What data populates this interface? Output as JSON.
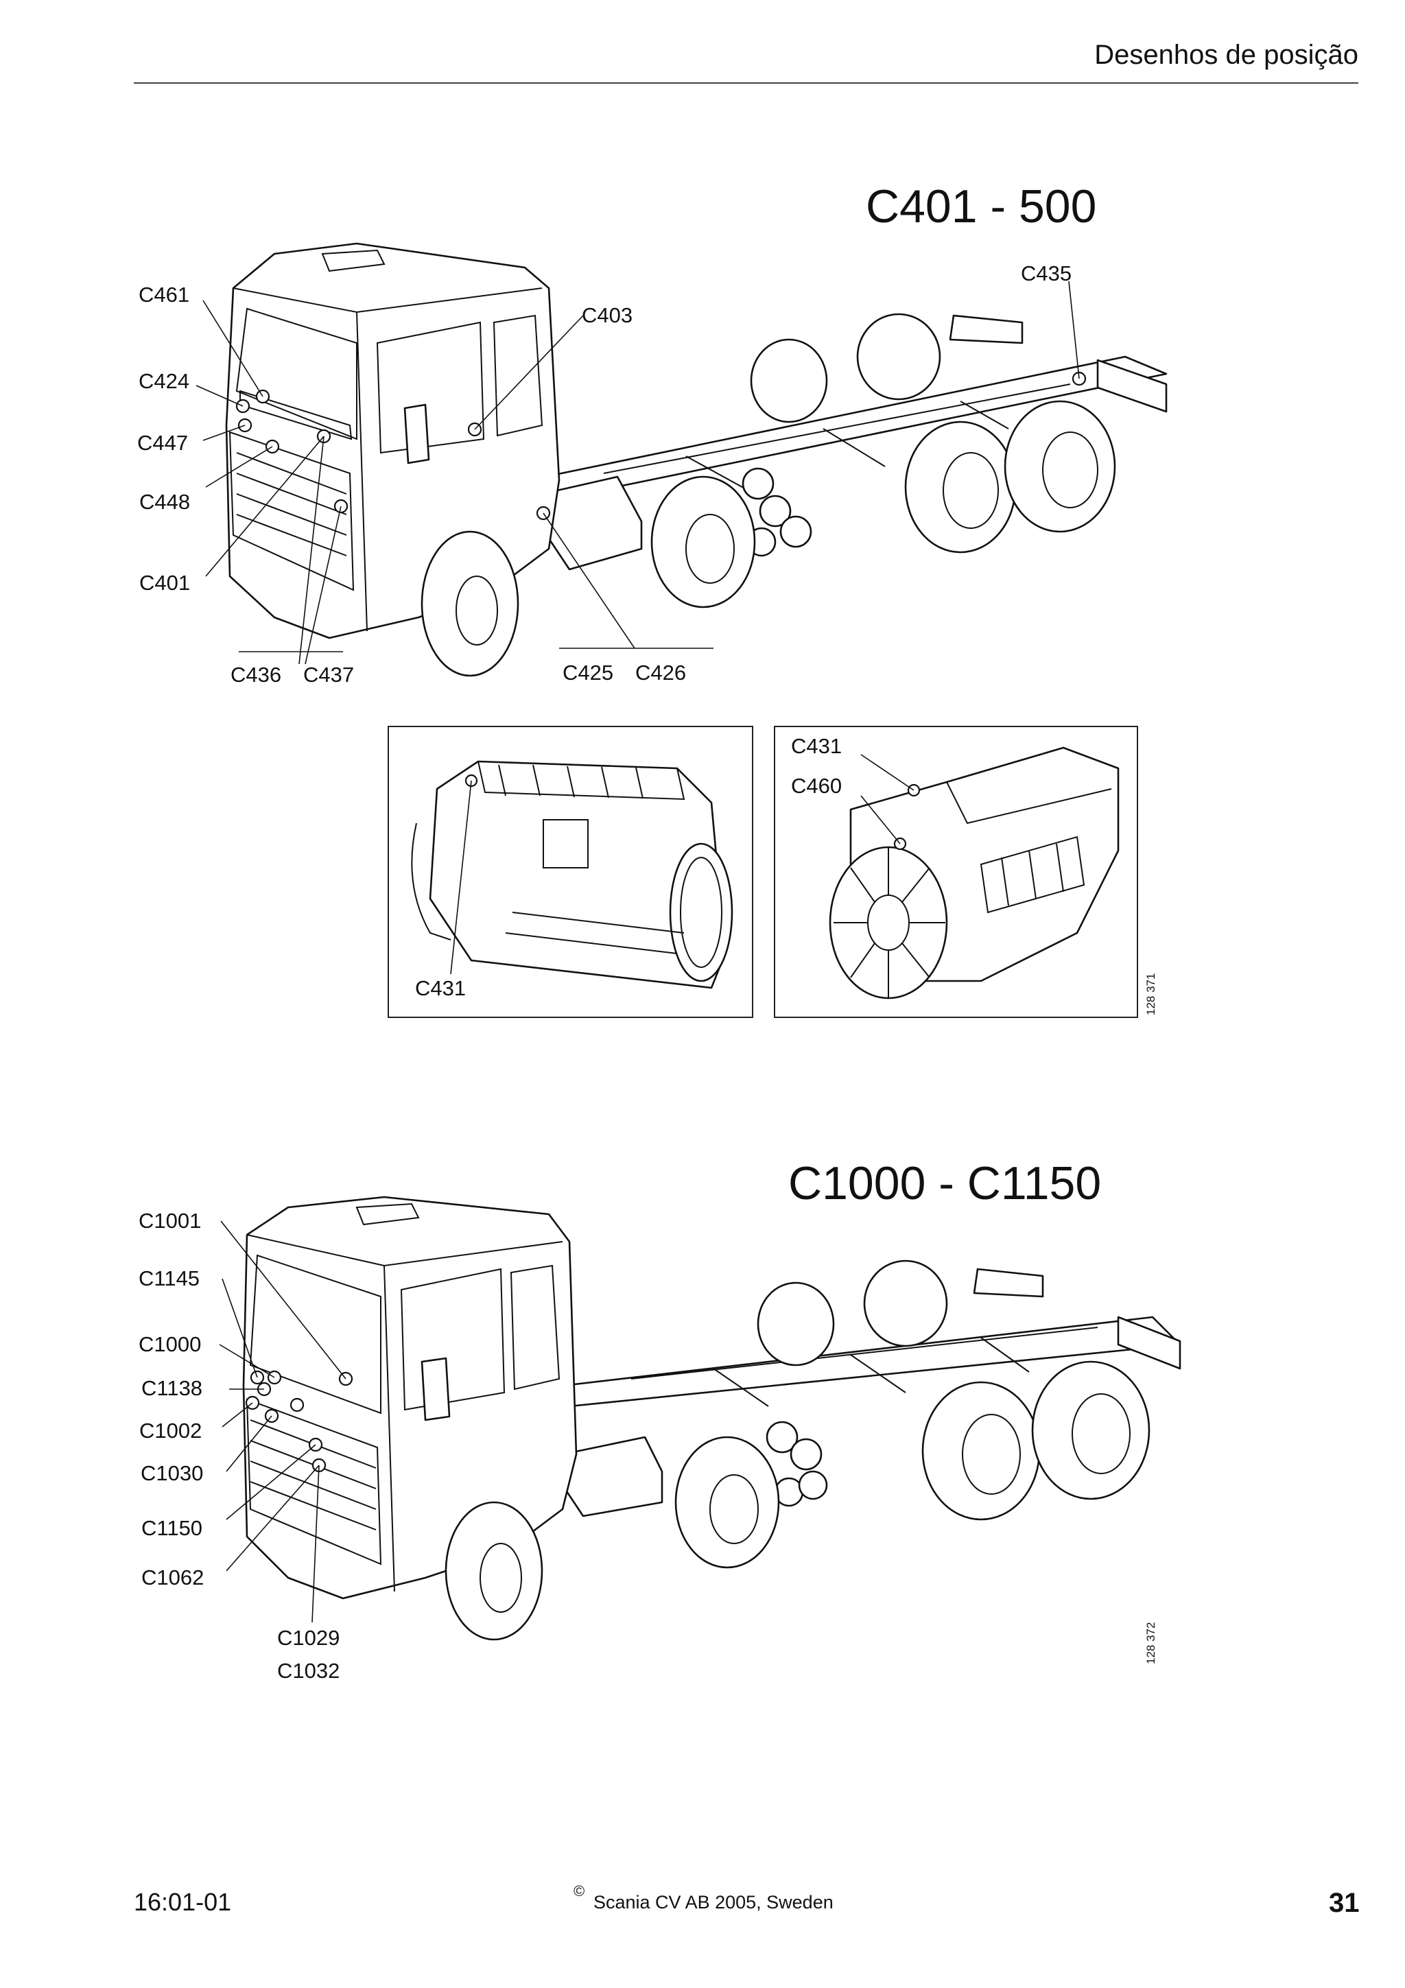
{
  "header": {
    "title": "Desenhos de posição"
  },
  "section1": {
    "title": "C401 - 500",
    "labels": {
      "c461": "C461",
      "c424": "C424",
      "c447": "C447",
      "c448": "C448",
      "c401": "C401",
      "c436": "C436",
      "c437": "C437",
      "c403": "C403",
      "c435": "C435",
      "c425": "C425",
      "c426": "C426"
    },
    "engine_left": {
      "c431": "C431"
    },
    "engine_right": {
      "c431": "C431",
      "c460": "C460"
    },
    "figure_number": "128 371"
  },
  "section2": {
    "title": "C1000 - C1150",
    "labels": {
      "c1001": "C1001",
      "c1145": "C1145",
      "c1000": "C1000",
      "c1138": "C1138",
      "c1002": "C1002",
      "c1030": "C1030",
      "c1150": "C1150",
      "c1062": "C1062",
      "c1029": "C1029",
      "c1032": "C1032"
    },
    "figure_number": "128 372"
  },
  "footer": {
    "doc_code": "16:01-01",
    "copyright_symbol": "©",
    "copyright": "Scania CV AB 2005, Sweden",
    "page_number": "31"
  }
}
